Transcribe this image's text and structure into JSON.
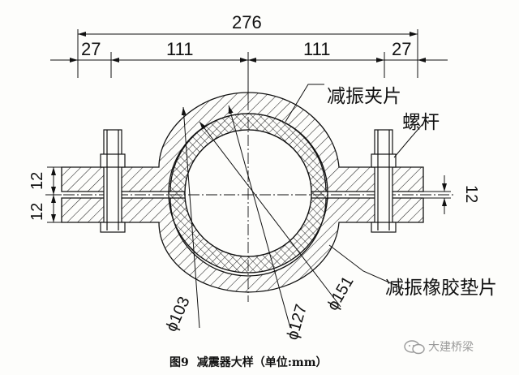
{
  "dimensions": {
    "overall": "276",
    "left_end": "27",
    "left_mid": "111",
    "right_mid": "111",
    "right_end": "27",
    "left_upper": "12",
    "left_lower": "12",
    "right_gap": "12",
    "d_inner": "ϕ103",
    "d_mid": "ϕ127",
    "d_outer": "ϕ151"
  },
  "callouts": {
    "clamp": "减振夹片",
    "bolt": "螺杆",
    "pad": "减振橡胶垫片"
  },
  "caption": {
    "figure_no": "图9",
    "title": "减震器大样（单位:mm）"
  },
  "watermark": {
    "text": "大建桥梁"
  },
  "colors": {
    "line": "#111111",
    "hatch": "#222222",
    "watermark": "#9a9a9a"
  }
}
